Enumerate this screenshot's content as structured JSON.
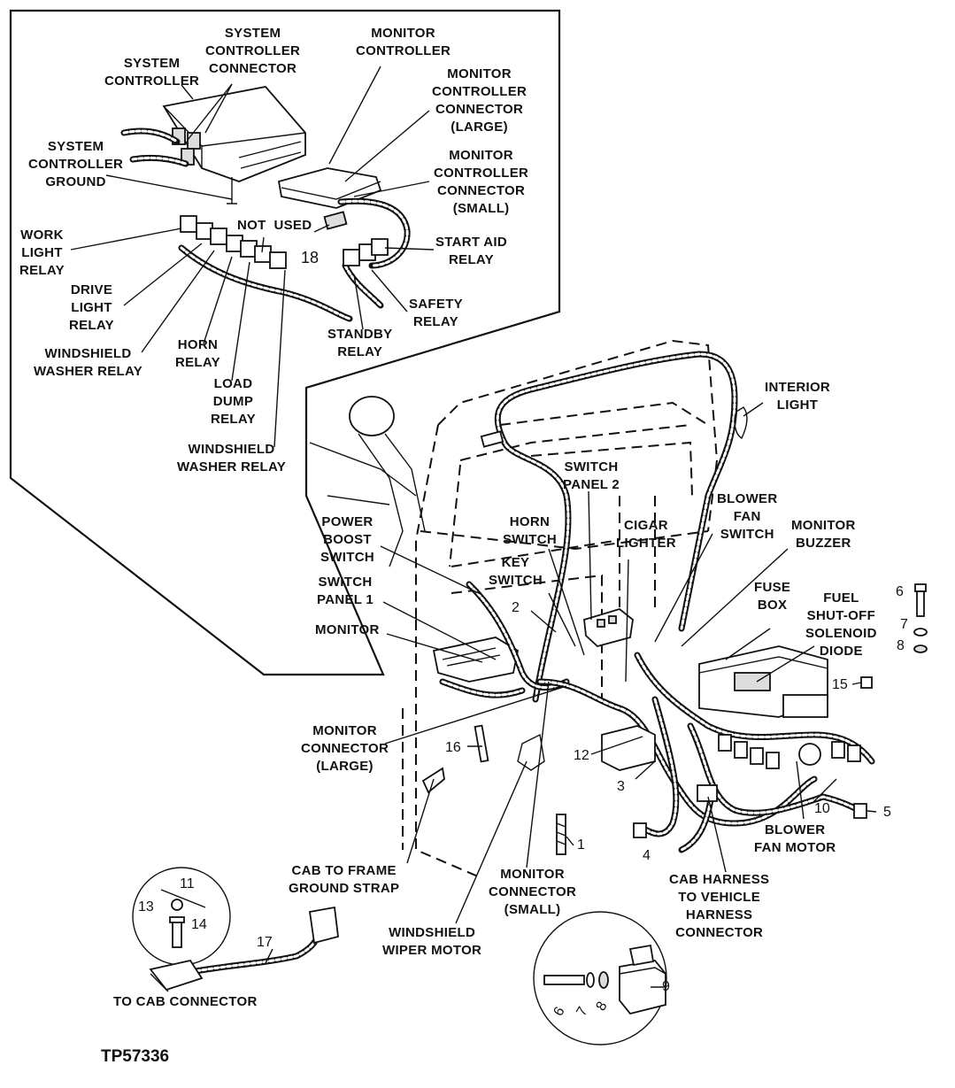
{
  "figure_id": "TP57336",
  "labels": {
    "system_controller": "SYSTEM\nCONTROLLER",
    "system_controller_connector": "SYSTEM\nCONTROLLER\nCONNECTOR",
    "monitor_controller": "MONITOR\nCONTROLLER",
    "monitor_controller_connector_large": "MONITOR\nCONTROLLER\nCONNECTOR\n(LARGE)",
    "system_controller_ground": "SYSTEM\nCONTROLLER\nGROUND",
    "monitor_controller_connector_small": "MONITOR\nCONTROLLER\nCONNECTOR\n(SMALL)",
    "work_light_relay": "WORK\nLIGHT\nRELAY",
    "not_used": "NOT  USED",
    "start_aid_relay": "START AID\nRELAY",
    "drive_light_relay": "DRIVE\nLIGHT\nRELAY",
    "safety_relay": "SAFETY\nRELAY",
    "standby_relay": "STANDBY\nRELAY",
    "windshield_washer_relay_1": "WINDSHIELD\nWASHER RELAY",
    "horn_relay": "HORN\nRELAY",
    "load_dump_relay": "LOAD\nDUMP\nRELAY",
    "windshield_washer_relay_2": "WINDSHIELD\nWASHER RELAY",
    "interior_light": "INTERIOR\nLIGHT",
    "switch_panel_2": "SWITCH\nPANEL 2",
    "blower_fan_switch": "BLOWER\nFAN\nSWITCH",
    "power_boost_switch": "POWER\nBOOST\nSWITCH",
    "horn_switch": "HORN\nSWITCH",
    "cigar_lighter": "CIGAR\nLIGHTER",
    "monitor_buzzer": "MONITOR\nBUZZER",
    "key_switch": "KEY\nSWITCH",
    "switch_panel_1": "SWITCH\nPANEL 1",
    "fuse_box": "FUSE\nBOX",
    "fuel_shutoff_solenoid_diode": "FUEL\nSHUT-OFF\nSOLENOID\nDIODE",
    "monitor": "MONITOR",
    "monitor_connector_large": "MONITOR\nCONNECTOR\n(LARGE)",
    "blower_fan_motor": "BLOWER\nFAN MOTOR",
    "cab_to_frame_ground_strap": "CAB TO FRAME\nGROUND STRAP",
    "monitor_connector_small": "MONITOR\nCONNECTOR\n(SMALL)",
    "cab_harness_connector": "CAB HARNESS\nTO VEHICLE\nHARNESS\nCONNECTOR",
    "windshield_wiper_motor": "WINDSHIELD\nWIPER MOTOR",
    "to_cab_connector": "TO CAB CONNECTOR"
  },
  "callouts": {
    "n1": "1",
    "n2": "2",
    "n3": "3",
    "n4": "4",
    "n5": "5",
    "n6a": "6",
    "n6b": "6",
    "n7a": "7",
    "n7b": "7",
    "n8a": "8",
    "n8b": "8",
    "n9": "9",
    "n10": "10",
    "n11": "11",
    "n12": "12",
    "n13": "13",
    "n14": "14",
    "n15": "15",
    "n16": "16",
    "n17": "17",
    "n18": "18"
  }
}
